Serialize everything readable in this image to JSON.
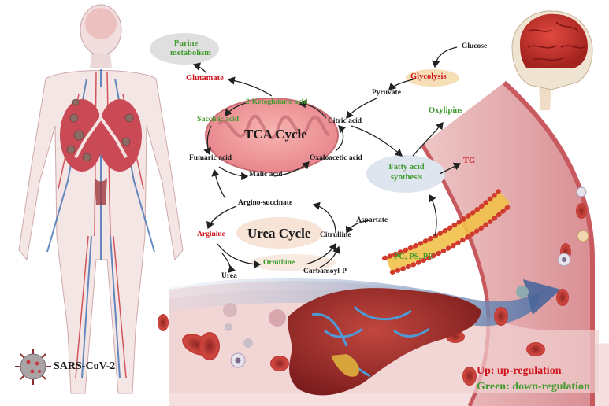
{
  "title": "",
  "virus": {
    "label": "SARS-CoV-2"
  },
  "legend": {
    "up": "Up: up-regulation",
    "down": "Green: down-regulation",
    "up_color": "#d0141c",
    "down_color": "#3f9a2c"
  },
  "cycles": {
    "tca": "TCA Cycle",
    "urea": "Urea Cycle"
  },
  "metabolites": {
    "purine": "Purine metabolism",
    "glutamate": "Glutamate",
    "ketoglutaric": "2-Ketoglutaric acid",
    "succinic": "Succinic acid",
    "fumaric": "Fumaric acid",
    "malic": "Malic acid",
    "oxaloacetic": "Oxaloacetic acid",
    "citric": "Citric acid",
    "pyruvate": "Pyruvate",
    "glycolysis": "Glycolysis",
    "glucose": "Glucose",
    "oxylipins": "Oxylipins",
    "fatty_acid": "Fatty acid synthesis",
    "tg": "TG",
    "arginosuccinate": "Argino-succinate",
    "aspartate": "Aspartate",
    "arginine": "Arginine",
    "citrulline": "Citrulline",
    "ornithine": "Ornithine",
    "urea": "Urea",
    "carbamoyl": "Carbamoyl-P",
    "phospholipids": "PC, PS, PE"
  },
  "regulation": {
    "up": [
      "Glutamate",
      "Glycolysis",
      "TG",
      "Arginine"
    ],
    "down": [
      "Purine metabolism",
      "2-Ketoglutaric acid",
      "Succinic acid",
      "Oxylipins",
      "Fatty acid synthesis",
      "Ornithine",
      "PC, PS, PE"
    ]
  }
}
